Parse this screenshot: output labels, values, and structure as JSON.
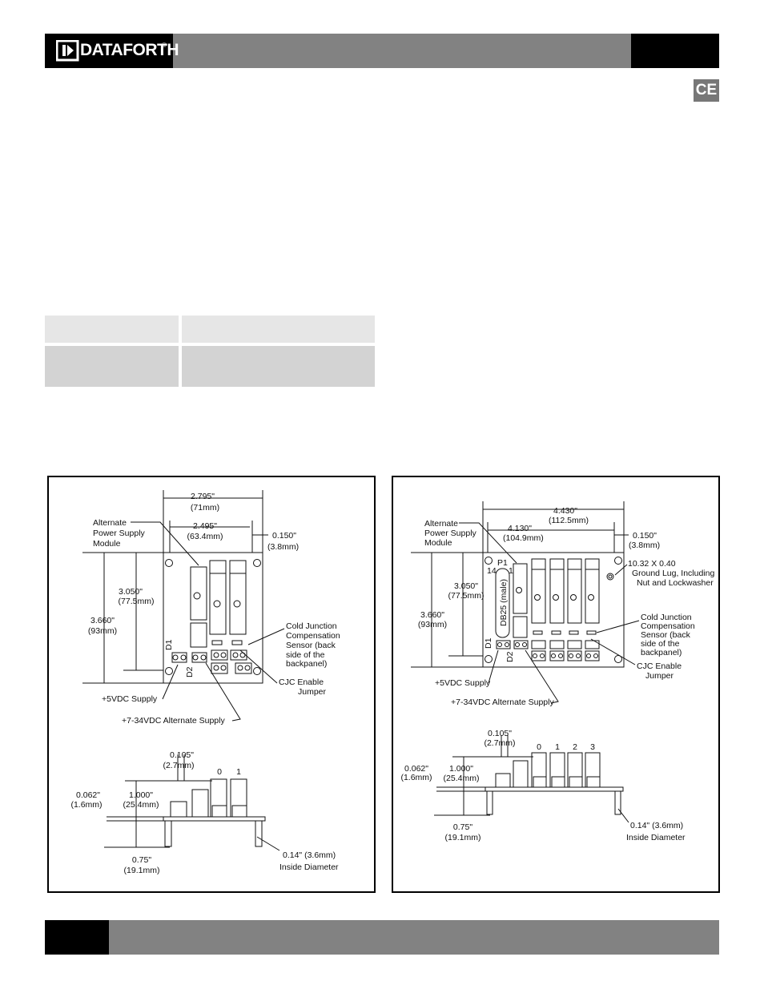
{
  "header": {
    "brand": "DATAFORTH",
    "reg": "®",
    "ce": "CE"
  },
  "left_drawing": {
    "dim_width_in": "2.795\"",
    "dim_width_mm": "(71mm)",
    "dim_inner_in": "2.495\"",
    "dim_inner_mm": "(63.4mm)",
    "dim_offset_in": "0.150\"",
    "dim_offset_mm": "(3.8mm)",
    "alt_psm": [
      "Alternate",
      "Power Supply",
      "Module"
    ],
    "dim_h1_in": "3.050\"",
    "dim_h1_mm": "(77.5mm)",
    "dim_h2_in": "3.660\"",
    "dim_h2_mm": "(93mm)",
    "cjc_sensor": [
      "Cold Junction",
      "Compensation",
      "Sensor (back",
      "side of the",
      "backpanel)"
    ],
    "cjc_jumper": [
      "CJC Enable",
      "Jumper"
    ],
    "d1": "D1",
    "d2": "D2",
    "supply_5v": "+5VDC Supply",
    "supply_alt": "+7-34VDC Alternate Supply",
    "side_0105_in": "0.105\"",
    "side_0105_mm": "(2.7mm)",
    "ch0": "0",
    "ch1": "1",
    "side_0062_in": "0.062\"",
    "side_0062_mm": "(1.6mm)",
    "side_1000_in": "1.000\"",
    "side_1000_mm": "(25.4mm)",
    "side_075_in": "0.75\"",
    "side_075_mm": "(19.1mm)",
    "inside_dia": [
      "0.14\" (3.6mm)",
      "Inside Diameter"
    ]
  },
  "right_drawing": {
    "dim_width_in": "4.430\"",
    "dim_width_mm": "(112.5mm)",
    "dim_inner_in": "4.130\"",
    "dim_inner_mm": "(104.9mm)",
    "dim_offset_in": "0.150\"",
    "dim_offset_mm": "(3.8mm)",
    "alt_psm": [
      "Alternate",
      "Power Supply",
      "Module"
    ],
    "p1": "P1",
    "p1_14": "14",
    "p1_1": "1",
    "db25": "DB25 (male)",
    "ground_lug": [
      "10.32 X 0.40",
      "Ground Lug, Including",
      "Nut and Lockwasher"
    ],
    "dim_h1_in": "3.050\"",
    "dim_h1_mm": "(77.5mm)",
    "dim_h2_in": "3.660\"",
    "dim_h2_mm": "(93mm)",
    "cjc_sensor": [
      "Cold Junction",
      "Compensation",
      "Sensor (back",
      "side of the",
      "backpanel)"
    ],
    "cjc_jumper": [
      "CJC Enable",
      "Jumper"
    ],
    "d1": "D1",
    "d2": "D2",
    "supply_5v": "+5VDC Supply",
    "supply_alt": "+7-34VDC Alternate Supply",
    "side_0105_in": "0.105\"",
    "side_0105_mm": "(2.7mm)",
    "ch0": "0",
    "ch1": "1",
    "ch2": "2",
    "ch3": "3",
    "side_0062_in": "0.062\"",
    "side_0062_mm": "(1.6mm)",
    "side_1000_in": "1.000\"",
    "side_1000_mm": "(25.4mm)",
    "side_075_in": "0.75\"",
    "side_075_mm": "(19.1mm)",
    "inside_dia": [
      "0.14\" (3.6mm)",
      "Inside Diameter"
    ]
  }
}
